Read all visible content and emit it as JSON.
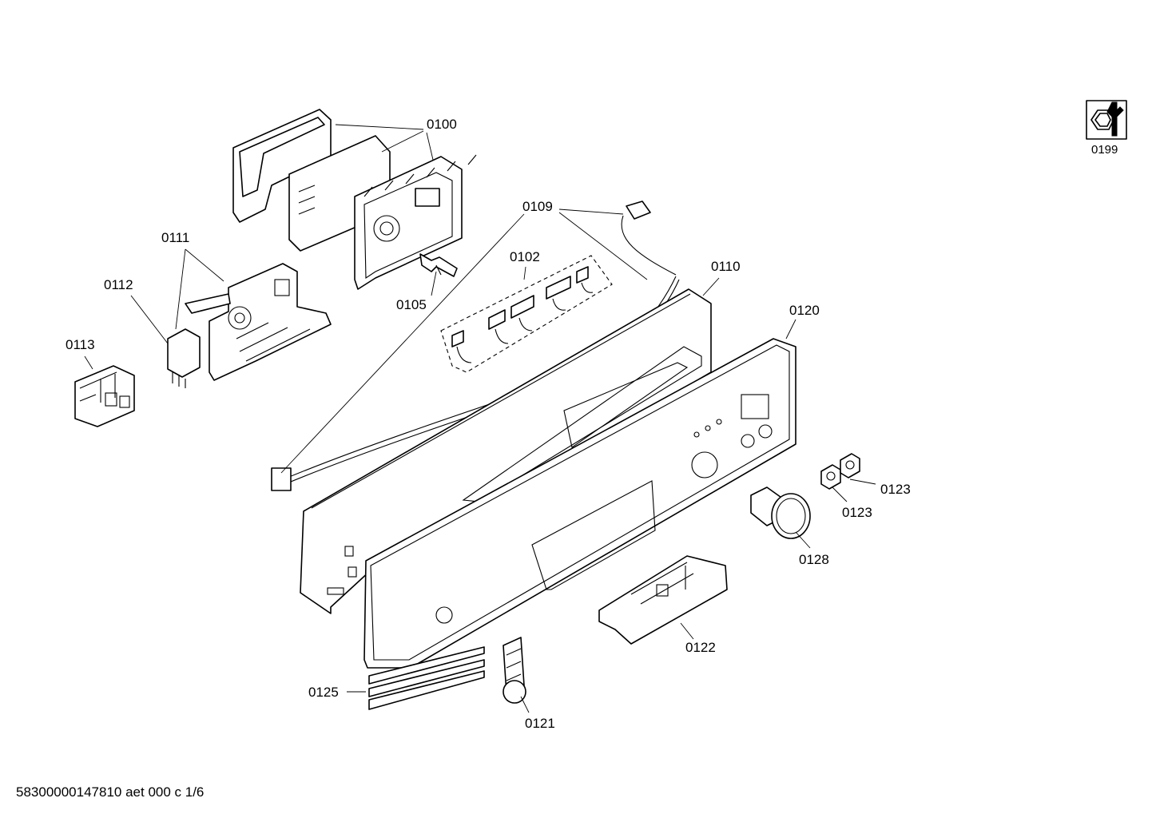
{
  "labels": {
    "l0100": "0100",
    "l0109": "0109",
    "l0102": "0102",
    "l0110": "0110",
    "l0111": "0111",
    "l0112": "0112",
    "l0113": "0113",
    "l0105": "0105",
    "l0120": "0120",
    "l0123a": "0123",
    "l0123b": "0123",
    "l0128": "0128",
    "l0122": "0122",
    "l0125": "0125",
    "l0121": "0121",
    "l0199": "0199"
  },
  "footer": "58300000147810 aet 000 c 1/6"
}
